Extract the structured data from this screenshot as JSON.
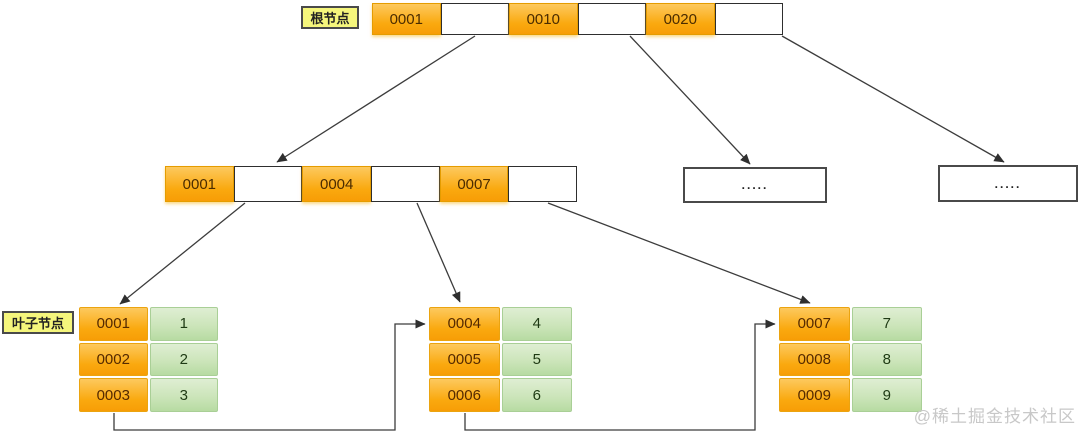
{
  "labels": {
    "root": "根节点",
    "leaf": "叶子节点",
    "watermark": "@稀土掘金技术社区"
  },
  "root_node": {
    "cells": [
      "0001",
      "",
      "0010",
      "",
      "0020",
      ""
    ]
  },
  "internal_node": {
    "cells": [
      "0001",
      "",
      "0004",
      "",
      "0007",
      ""
    ]
  },
  "ellipsis_nodes": [
    ".....",
    "....."
  ],
  "leaf_nodes": [
    {
      "rows": [
        {
          "key": "0001",
          "value": "1"
        },
        {
          "key": "0002",
          "value": "2"
        },
        {
          "key": "0003",
          "value": "3"
        }
      ]
    },
    {
      "rows": [
        {
          "key": "0004",
          "value": "4"
        },
        {
          "key": "0005",
          "value": "5"
        },
        {
          "key": "0006",
          "value": "6"
        }
      ]
    },
    {
      "rows": [
        {
          "key": "0007",
          "value": "7"
        },
        {
          "key": "0008",
          "value": "8"
        },
        {
          "key": "0009",
          "value": "9"
        }
      ]
    }
  ],
  "colors": {
    "key_cell_orange": "#faa90f",
    "value_cell_green": "#c4e2b0",
    "label_yellow": "#f5f67c",
    "edge": "#3c3c3c",
    "watermark_gray": "#c8c8c8"
  }
}
